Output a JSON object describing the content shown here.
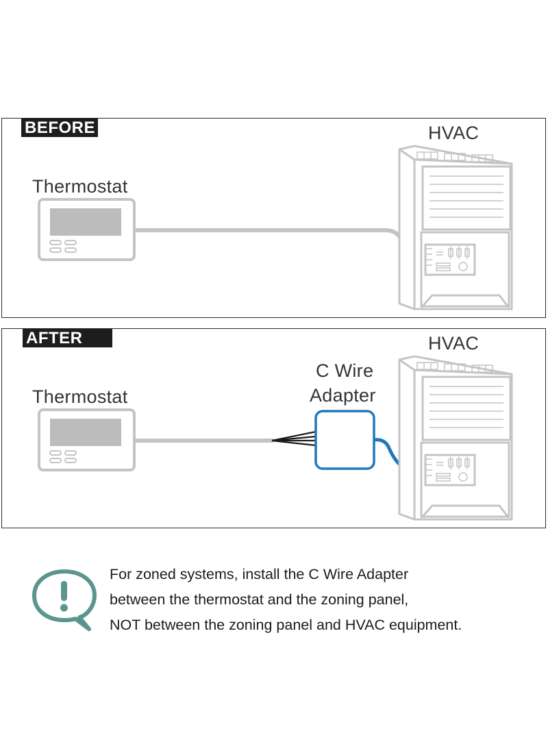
{
  "before": {
    "tag": "BEFORE",
    "thermostat_label": "Thermostat",
    "hvac_label": "HVAC"
  },
  "after": {
    "tag": "AFTER",
    "thermostat_label": "Thermostat",
    "hvac_label": "HVAC",
    "adapter_label_line1": "C Wire",
    "adapter_label_line2": "Adapter"
  },
  "note": {
    "icon": "exclamation-speech-bubble-icon",
    "line1": "For zoned systems, install the C Wire Adapter",
    "line2": "between the thermostat and the zoning panel,",
    "line3": "NOT between the zoning panel and HVAC equipment."
  },
  "colors": {
    "outline_gray": "#c4c4c4",
    "display_gray": "#bcbcbc",
    "adapter_blue": "#1f78bd",
    "note_teal": "#5b9590",
    "frame": "#2b2b2b"
  }
}
